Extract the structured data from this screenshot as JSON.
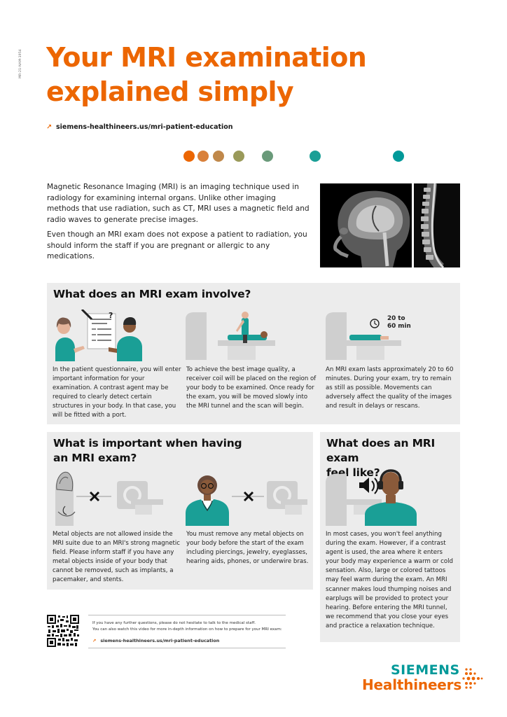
{
  "doc_id": "MR-21-NAM-1954",
  "title": "Your MRI examination explained simply",
  "top_link": "siemens-healthineers.us/mri-patient-education",
  "dot_colors": [
    "#ec6602",
    "#d9803a",
    "#c0884a",
    "#9a9a5a",
    "#6a9a7a",
    "#1a9f96",
    "#009999"
  ],
  "intro": {
    "p1": "Magnetic Resonance Imaging (MRI) is an imaging technique used in radiology for examining internal organs. Unlike other imaging methods that use radiation, such as CT, MRI uses a magnetic field and radio waves to generate precise images.",
    "p2": "Even though an MRI exam does not expose a patient to radiation, you should inform the staff if you are pregnant or allergic to any medications."
  },
  "section1": {
    "title": "What does an MRI exam involve?",
    "duration_label_1": "20 to",
    "duration_label_2": "60 min",
    "col1": "In the patient questionnaire, you will enter important information for your examination. A contrast agent may be required to clearly detect certain structures in your body. In that case, you will be fitted with a port.",
    "col2": "To achieve the best image quality, a receiver coil will be placed on the region of your body to be examined. Once ready for the exam, you will be moved slowly into the MRI tunnel and the scan will begin.",
    "col3": "An MRI exam lasts approximately 20 to 60 minutes. During your exam, try to remain as still as possible. Movements can adversely affect the quality of the images and result in delays or rescans."
  },
  "section2": {
    "title_line1": "What is important when having",
    "title_line2": "an MRI exam?",
    "col1": "Metal objects are not allowed inside the MRI suite due to an MRI's strong magnetic field. Please inform staff if you have any metal objects inside of your body that cannot be removed, such as implants, a pacemaker, and stents.",
    "col2": "You must remove any metal objects on your body before the start of the exam including piercings, jewelry, eyeglasses, hearing aids, phones, or underwire bras."
  },
  "section3": {
    "title_line1": "What does an MRI exam",
    "title_line2": "feel like?",
    "text": "In most cases, you won't feel anything during the exam. However, if a contrast agent is used, the area where it enters your body may experience a warm or cold sensation. Also, large or colored tattoos may feel warm during the exam. An MRI scanner makes loud thumping noises and earplugs will be provided to protect your hearing. Before entering the MRI tunnel, we recommend that you close your eyes and practice a relaxation technique."
  },
  "footer": {
    "line1": "If you have any further questions, please do not hesitate to talk to the medical staff.",
    "line2": "You can also watch this video for more in-depth information on how to prepare for your MRI exam:",
    "link": "siemens-healthineers.us/mri-patient-education"
  },
  "brand": {
    "line1": "SIEMENS",
    "line2": "Healthineers",
    "teal": "#009999",
    "orange": "#ec6602"
  }
}
